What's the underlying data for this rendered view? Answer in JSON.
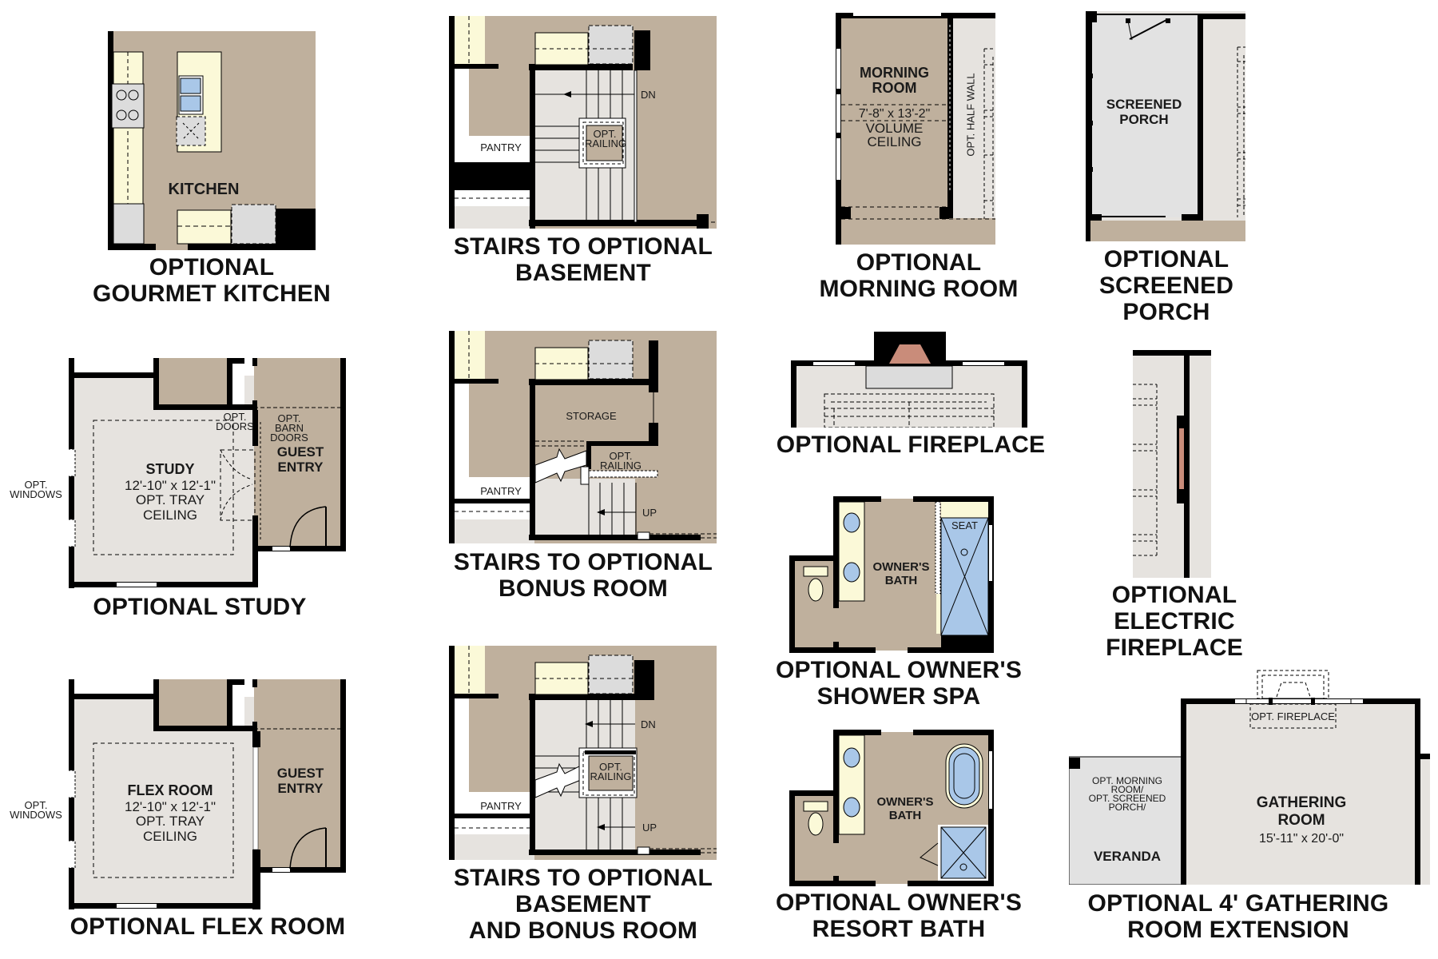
{
  "colors": {
    "tan": "#bfb09d",
    "light_gray": "#e6e3df",
    "porch_gray": "#e2e2e2",
    "cream": "#fbf9d8",
    "wall": "#000000",
    "water_blue": "#a9c7e8",
    "fire_brick": "#c98c7a"
  },
  "panels": {
    "gourmet_kitchen": {
      "caption": [
        "OPTIONAL",
        "GOURMET KITCHEN"
      ],
      "rooms": {
        "kitchen": "KITCHEN"
      }
    },
    "stairs_basement": {
      "caption": [
        "STAIRS TO OPTIONAL",
        "BASEMENT"
      ],
      "labels": {
        "pantry": "PANTRY",
        "railing": [
          "OPT.",
          "RAILING"
        ],
        "dn": "DN"
      }
    },
    "morning_room": {
      "caption": [
        "OPTIONAL",
        "MORNING ROOM"
      ],
      "rooms": {
        "name": [
          "MORNING",
          "ROOM"
        ],
        "dims": "7'-8\" x 13'-2\"",
        "ceiling": [
          "VOLUME",
          "CEILING"
        ]
      },
      "labels": {
        "half_wall": "OPT. HALF WALL"
      }
    },
    "screened_porch": {
      "caption": [
        "OPTIONAL",
        "SCREENED",
        "PORCH"
      ],
      "rooms": {
        "name": [
          "SCREENED",
          "PORCH"
        ]
      }
    },
    "study": {
      "caption": [
        "OPTIONAL STUDY"
      ],
      "rooms": {
        "name": "STUDY",
        "dims": "12'-10\" x 12'-1\"",
        "ceiling": [
          "OPT. TRAY",
          "CEILING"
        ],
        "guest_entry": [
          "GUEST",
          "ENTRY"
        ]
      },
      "labels": {
        "windows": [
          "OPT.",
          "WINDOWS"
        ],
        "doors": [
          "OPT.",
          "DOORS"
        ],
        "barn_doors": [
          "OPT.",
          "BARN",
          "DOORS"
        ]
      }
    },
    "stairs_bonus": {
      "caption": [
        "STAIRS TO OPTIONAL",
        "BONUS ROOM"
      ],
      "labels": {
        "storage": "STORAGE",
        "railing": [
          "OPT.",
          "RAILING"
        ],
        "pantry": "PANTRY",
        "up": "UP"
      }
    },
    "fireplace": {
      "caption": [
        "OPTIONAL FIREPLACE"
      ]
    },
    "electric_fireplace": {
      "caption": [
        "OPTIONAL",
        "ELECTRIC",
        "FIREPLACE"
      ]
    },
    "shower_spa": {
      "caption": [
        "OPTIONAL OWNER'S",
        "SHOWER SPA"
      ],
      "rooms": {
        "name": [
          "OWNER'S",
          "BATH"
        ]
      },
      "labels": {
        "seat": "SEAT"
      }
    },
    "flex_room": {
      "caption": [
        "OPTIONAL FLEX ROOM"
      ],
      "rooms": {
        "name": "FLEX ROOM",
        "dims": "12'-10\" x 12'-1\"",
        "ceiling": [
          "OPT. TRAY",
          "CEILING"
        ],
        "guest_entry": [
          "GUEST",
          "ENTRY"
        ]
      },
      "labels": {
        "windows": [
          "OPT.",
          "WINDOWS"
        ]
      }
    },
    "stairs_both": {
      "caption": [
        "STAIRS TO OPTIONAL",
        "BASEMENT",
        "AND BONUS ROOM"
      ],
      "labels": {
        "dn": "DN",
        "railing": [
          "OPT.",
          "RAILING"
        ],
        "pantry": "PANTRY",
        "up": "UP"
      }
    },
    "resort_bath": {
      "caption": [
        "OPTIONAL OWNER'S",
        "RESORT BATH"
      ],
      "rooms": {
        "name": [
          "OWNER'S",
          "BATH"
        ]
      }
    },
    "gathering_extension": {
      "caption": [
        "OPTIONAL 4' GATHERING",
        "ROOM EXTENSION"
      ],
      "rooms": {
        "name": [
          "GATHERING",
          "ROOM"
        ],
        "dims": "15'-11\" x 20'-0\"",
        "veranda": "VERANDA"
      },
      "labels": {
        "fireplace": "OPT. FIREPLACE",
        "veranda_opts": [
          "OPT. MORNING",
          "ROOM/",
          "OPT. SCREENED",
          "PORCH/"
        ]
      }
    }
  }
}
